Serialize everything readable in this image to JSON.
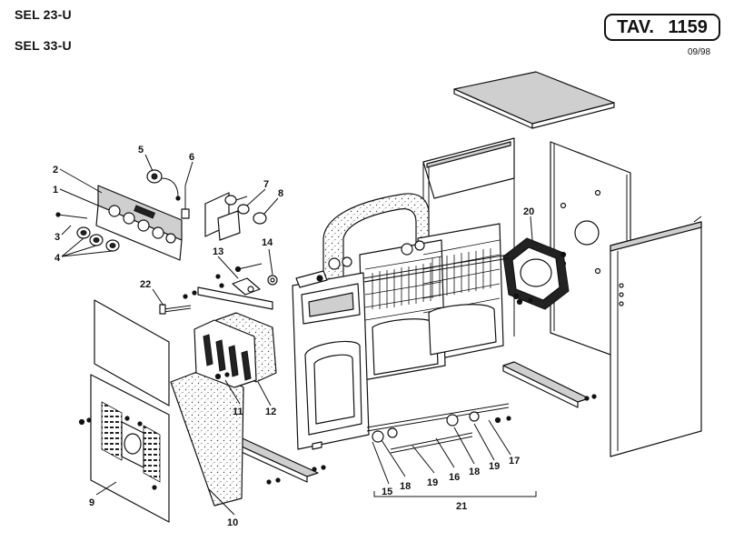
{
  "header": {
    "model_1": "SEL 23-U",
    "model_2": "SEL 33-U",
    "table_ref": "TAV. 1159",
    "date": "09/98"
  },
  "callouts": {
    "c1": "1",
    "c2": "2",
    "c3": "3",
    "c4": "4",
    "c5": "5",
    "c6": "6",
    "c7": "7",
    "c8": "8",
    "c9": "9",
    "c10": "10",
    "c11": "11",
    "c12": "12",
    "c13": "13",
    "c14": "14",
    "c15": "15",
    "c16": "16",
    "c17": "17",
    "c18a": "18",
    "c18b": "18",
    "c19a": "19",
    "c19b": "19",
    "c20": "20",
    "c21": "21",
    "c22": "22"
  }
}
